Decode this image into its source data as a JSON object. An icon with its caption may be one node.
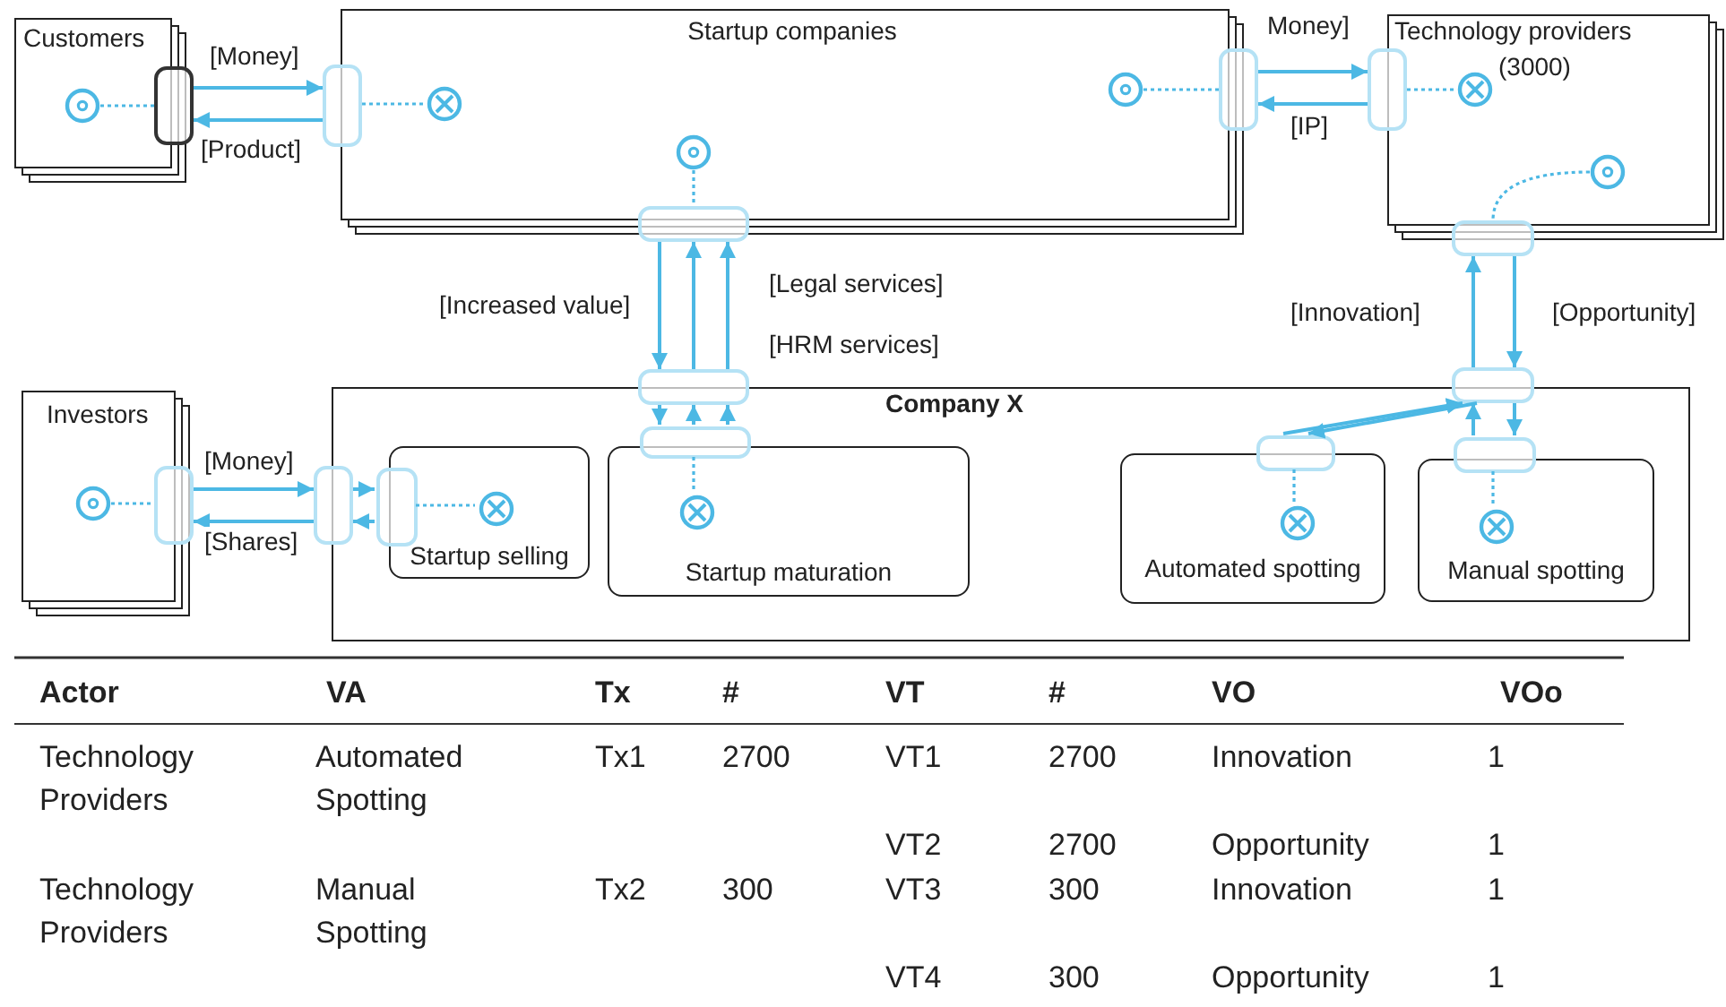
{
  "diagram": {
    "nodes": [
      {
        "text": [
          "Customers"
        ]
      },
      {
        "text": [
          "Startup companies"
        ]
      },
      {
        "text": [
          "Technology providers",
          "(3000)"
        ]
      },
      {
        "text": [
          "Investors"
        ]
      },
      {
        "text": [
          "Company X"
        ]
      },
      {
        "text": [
          "Startup selling"
        ],
        "in": 4
      },
      {
        "text": [
          "Startup maturation"
        ],
        "in": 4
      },
      {
        "text": [
          "Automated spotting"
        ],
        "in": 4
      },
      {
        "text": [
          "Manual spotting"
        ],
        "in": 4
      },
      {
        "text": [],
        "shape": "circle",
        "in": 0
      },
      {
        "text": [],
        "shape": "box"
      },
      {
        "text": [],
        "shape": "box"
      },
      {
        "text": [],
        "shape": "circle",
        "in": 1
      },
      {
        "text": [],
        "shape": "circle",
        "in": 1
      },
      {
        "text": [],
        "shape": "box"
      },
      {
        "text": [],
        "shape": "box"
      },
      {
        "text": [],
        "shape": "circle",
        "in": 2
      },
      {
        "text": [],
        "shape": "circle",
        "in": 1
      },
      {
        "text": [],
        "shape": "box"
      },
      {
        "text": [],
        "shape": "box"
      },
      {
        "text": [],
        "shape": "circle",
        "in": 2
      },
      {
        "text": [],
        "shape": "box"
      },
      {
        "text": [],
        "shape": "box"
      },
      {
        "text": [],
        "shape": "box",
        "in": 4
      },
      {
        "text": [],
        "shape": "circle",
        "in": 7
      },
      {
        "text": [],
        "shape": "box",
        "in": 4
      },
      {
        "text": [],
        "shape": "circle",
        "in": 8
      },
      {
        "text": [],
        "shape": "circle",
        "in": 3
      },
      {
        "text": [],
        "shape": "box",
        "in": 3
      },
      {
        "text": [],
        "shape": "box"
      },
      {
        "text": [],
        "shape": "box",
        "in": 4
      },
      {
        "text": [],
        "shape": "circle",
        "in": 5
      },
      {
        "text": [],
        "shape": "box",
        "in": 4
      },
      {
        "text": [],
        "shape": "circle",
        "in": 6
      }
    ],
    "edges": [
      {
        "from": 10,
        "to": 11,
        "arrow": "to",
        "label": "[Money]"
      },
      {
        "from": 11,
        "to": 10,
        "arrow": "to",
        "label": "[Product]"
      },
      {
        "from": 14,
        "to": 15,
        "arrow": "to",
        "label": "Money]"
      },
      {
        "from": 15,
        "to": 14,
        "arrow": "to",
        "label": "[IP]"
      },
      {
        "from": 18,
        "to": 19,
        "arrow": "to",
        "label": "[Increased value]"
      },
      {
        "from": 19,
        "to": 18,
        "arrow": "to",
        "label": "[Legal services]"
      },
      {
        "from": 19,
        "to": 18,
        "arrow": "to",
        "label": "[HRM services]"
      },
      {
        "from": 22,
        "to": 21,
        "arrow": "to",
        "label": "[Innovation]"
      },
      {
        "from": 21,
        "to": 22,
        "arrow": "to",
        "label": "[Opportunity]"
      },
      {
        "from": 23,
        "to": 22,
        "arrow": "to"
      },
      {
        "from": 22,
        "to": 23,
        "arrow": "to"
      },
      {
        "from": 25,
        "to": 22,
        "arrow": "to"
      },
      {
        "from": 22,
        "to": 25,
        "arrow": "to"
      },
      {
        "from": 28,
        "to": 29,
        "arrow": "to",
        "label": "[Money]"
      },
      {
        "from": 29,
        "to": 28,
        "arrow": "to",
        "label": "[Shares]"
      },
      {
        "from": 29,
        "to": 30,
        "arrow": "to"
      },
      {
        "from": 30,
        "to": 29,
        "arrow": "to"
      },
      {
        "from": 19,
        "to": 32,
        "arrow": "to"
      },
      {
        "from": 32,
        "to": 19,
        "arrow": "to"
      },
      {
        "from": 32,
        "to": 19,
        "arrow": "to"
      },
      {
        "from": 9,
        "to": 10,
        "arrow": "none",
        "style": "dashed"
      },
      {
        "from": 11,
        "to": 12,
        "arrow": "none",
        "style": "dashed"
      },
      {
        "from": 13,
        "to": 14,
        "arrow": "none",
        "style": "dashed"
      },
      {
        "from": 15,
        "to": 16,
        "arrow": "none",
        "style": "dashed"
      },
      {
        "from": 17,
        "to": 18,
        "arrow": "none",
        "style": "dashed"
      },
      {
        "from": 20,
        "to": 21,
        "arrow": "none",
        "style": "dashed"
      },
      {
        "from": 23,
        "to": 24,
        "arrow": "none",
        "style": "dashed"
      },
      {
        "from": 25,
        "to": 26,
        "arrow": "none",
        "style": "dashed"
      },
      {
        "from": 27,
        "to": 28,
        "arrow": "none",
        "style": "dashed"
      },
      {
        "from": 30,
        "to": 31,
        "arrow": "none",
        "style": "dashed"
      },
      {
        "from": 32,
        "to": 33,
        "arrow": "none",
        "style": "dashed"
      }
    ],
    "labels": [
      "Actor",
      "VA",
      "Tx",
      "#",
      "VT",
      "#",
      "VO",
      "VOo",
      "Technology Providers",
      "Automated Spotting",
      "Tx1",
      "2700",
      "VT1",
      "2700",
      "Innovation",
      "1",
      "VT2",
      "2700",
      "Opportunity",
      "1",
      "Technology Providers",
      "Manual Spotting",
      "Tx2",
      "300",
      "VT3",
      "300",
      "Innovation",
      "1",
      "VT4",
      "300",
      "Opportunity",
      "1"
    ]
  }
}
